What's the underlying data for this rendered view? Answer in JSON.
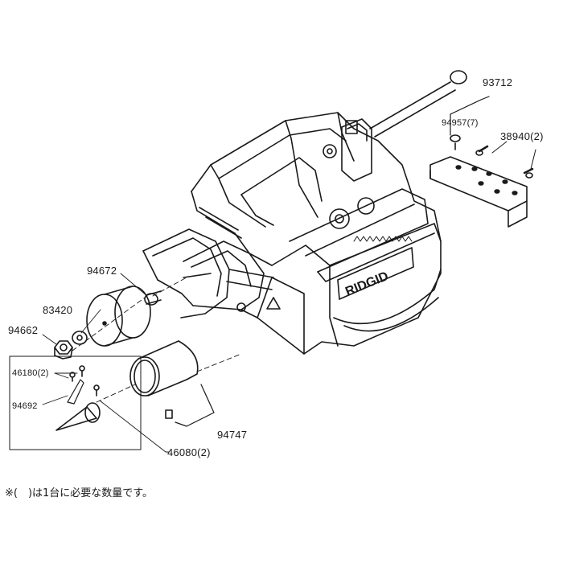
{
  "labels": {
    "p93712": "93712",
    "p94957": "94957(7)",
    "p38940": "38940(2)",
    "p94672": "94672",
    "p83420": "83420",
    "p94662": "94662",
    "p46180": "46180(2)",
    "p94692": "94692",
    "p94747": "94747",
    "p46080": "46080(2)"
  },
  "nameplate": "RIDGID",
  "footnote": "※(　)は1台に必要な数量です。"
}
